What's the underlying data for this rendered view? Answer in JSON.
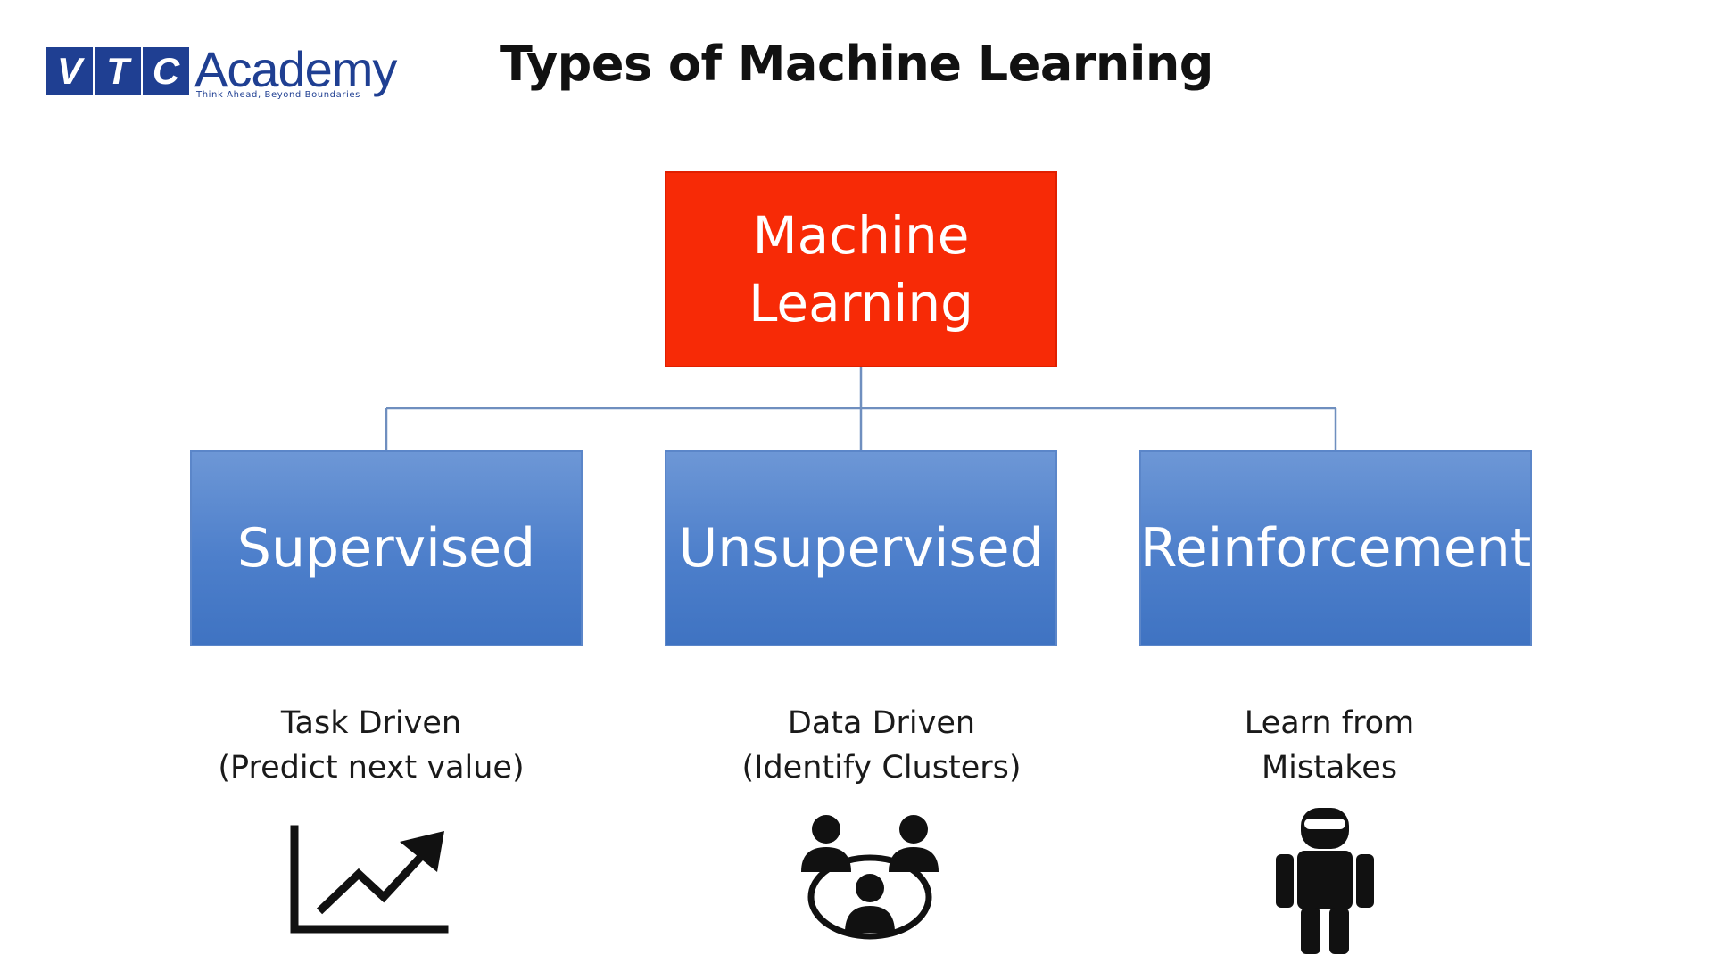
{
  "logo": {
    "letters": [
      "V",
      "T",
      "C"
    ],
    "word": "Academy",
    "tagline": "Think Ahead, Beyond Boundaries"
  },
  "title": "Types of Machine Learning",
  "root": {
    "line1": "Machine",
    "line2": "Learning"
  },
  "types": [
    {
      "label": "Supervised",
      "desc_line1": "Task Driven",
      "desc_line2": "(Predict next value)",
      "icon": "trend-chart-icon"
    },
    {
      "label": "Unsupervised",
      "desc_line1": "Data Driven",
      "desc_line2": "(Identify Clusters)",
      "icon": "cluster-people-icon"
    },
    {
      "label": "Reinforcement",
      "desc_line1": "Learn from",
      "desc_line2": "Mistakes",
      "icon": "robot-icon"
    }
  ],
  "colors": {
    "root": "#f72a06",
    "child": "#4d7fcb",
    "connector": "#6f8fbf",
    "logo": "#1f3f92"
  }
}
